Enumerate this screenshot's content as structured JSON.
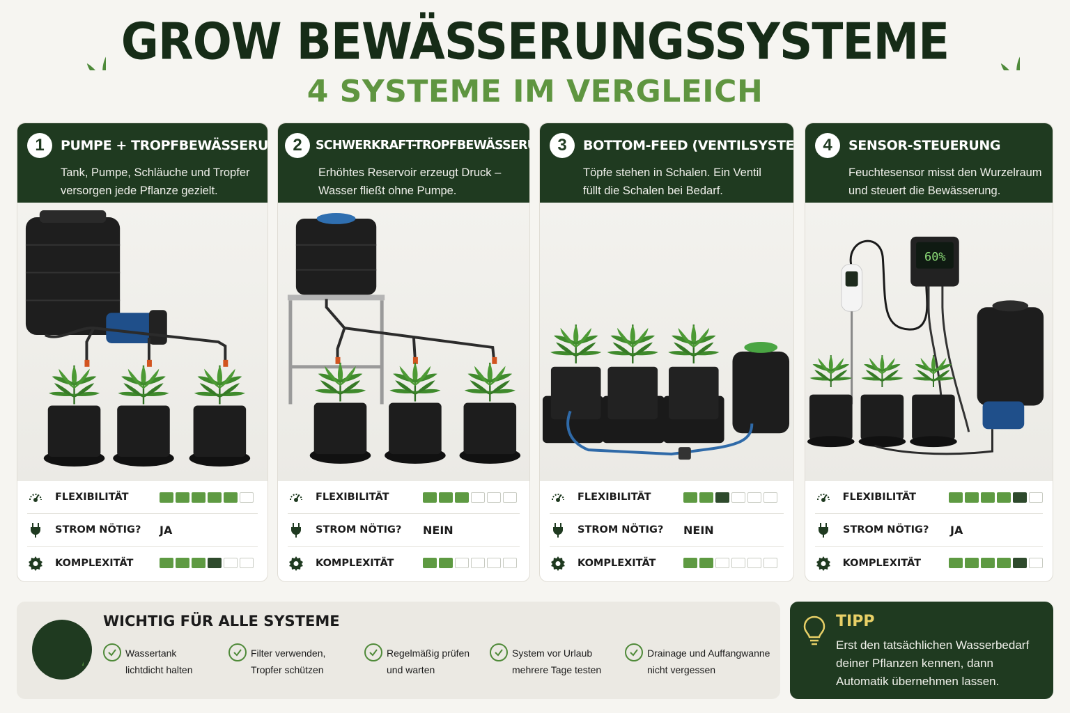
{
  "header": {
    "title": "GROW BEWÄSSERUNGSSYSTEME",
    "subtitle": "4 SYSTEME IM VERGLEICH"
  },
  "colors": {
    "dark_green": "#1f3a20",
    "accent_green": "#5e9a42",
    "tipp_yellow": "#e8d067"
  },
  "stat_labels": {
    "flex": "FLEXIBILITÄT",
    "power": "STROM NÖTIG?",
    "complex": "KOMPLEXITÄT"
  },
  "systems": [
    {
      "number": "1",
      "title": "PUMPE + TROPFBEWÄSSERUNG",
      "desc_line1": "Tank, Pumpe, Schläuche und Tropfer",
      "desc_line2": "versorgen jede Pflanze gezielt.",
      "flexibility": 5,
      "power": "JA",
      "complexity": 3.5
    },
    {
      "number": "2",
      "title": "SCHWERKRAFT-TROPFBEWÄSSERUNG",
      "desc_line1": "Erhöhtes Reservoir erzeugt Druck –",
      "desc_line2": "Wasser fließt ohne Pumpe.",
      "flexibility": 3,
      "power": "NEIN",
      "complexity": 2
    },
    {
      "number": "3",
      "title": "BOTTOM-FEED (VENTILSYSTEM)",
      "desc_line1": "Töpfe stehen in Schalen. Ein Ventil",
      "desc_line2": "füllt die Schalen bei Bedarf.",
      "flexibility": 2.5,
      "power": "NEIN",
      "complexity": 2
    },
    {
      "number": "4",
      "title": "SENSOR-STEUERUNG",
      "desc_line1": "Feuchtesensor misst den Wurzelraum",
      "desc_line2": "und steuert die Bewässerung.",
      "flexibility": 4.5,
      "power": "JA",
      "complexity": 4.5
    }
  ],
  "scale_max": 6,
  "sensor_display": "60%",
  "info": {
    "title": "WICHTIG FÜR ALLE SYSTEME",
    "items": [
      {
        "line1": "Wassertank",
        "line2": "lichtdicht halten"
      },
      {
        "line1": "Filter verwenden,",
        "line2": "Tropfer schützen"
      },
      {
        "line1": "Regelmäßig prüfen",
        "line2": "und warten"
      },
      {
        "line1": "System vor Urlaub",
        "line2": "mehrere Tage testen"
      },
      {
        "line1": "Drainage und Auffangwanne",
        "line2": "nicht vergessen"
      }
    ]
  },
  "tipp": {
    "title": "TIPP",
    "text": "Erst den tatsächlichen Wasserbedarf deiner Pflanzen kennen, dann Automatik übernehmen lassen."
  }
}
